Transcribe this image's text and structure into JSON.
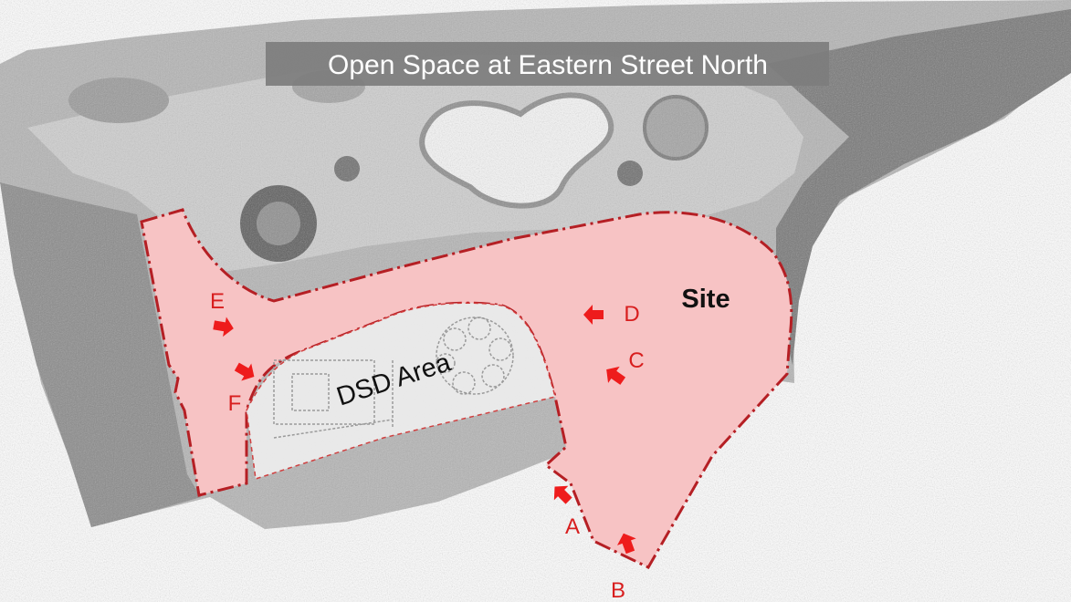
{
  "map": {
    "title": "Open Space at Eastern Street North",
    "site_label": "Site",
    "dsd_label": "DSD Area",
    "viewpoints": [
      {
        "id": "A",
        "label": "A"
      },
      {
        "id": "B",
        "label": "B"
      },
      {
        "id": "C",
        "label": "C"
      },
      {
        "id": "D",
        "label": "D"
      },
      {
        "id": "E",
        "label": "E"
      },
      {
        "id": "F",
        "label": "F"
      }
    ]
  },
  "colors": {
    "site_fill": "#f7c3c4",
    "site_boundary": "#b51f24",
    "dsd_boundary": "#d23a3a",
    "viewpoint_arrow": "#ee1c1c",
    "viewpoint_label": "#d81e1e",
    "title_box": "#7d7d7d",
    "title_text": "#ffffff"
  }
}
